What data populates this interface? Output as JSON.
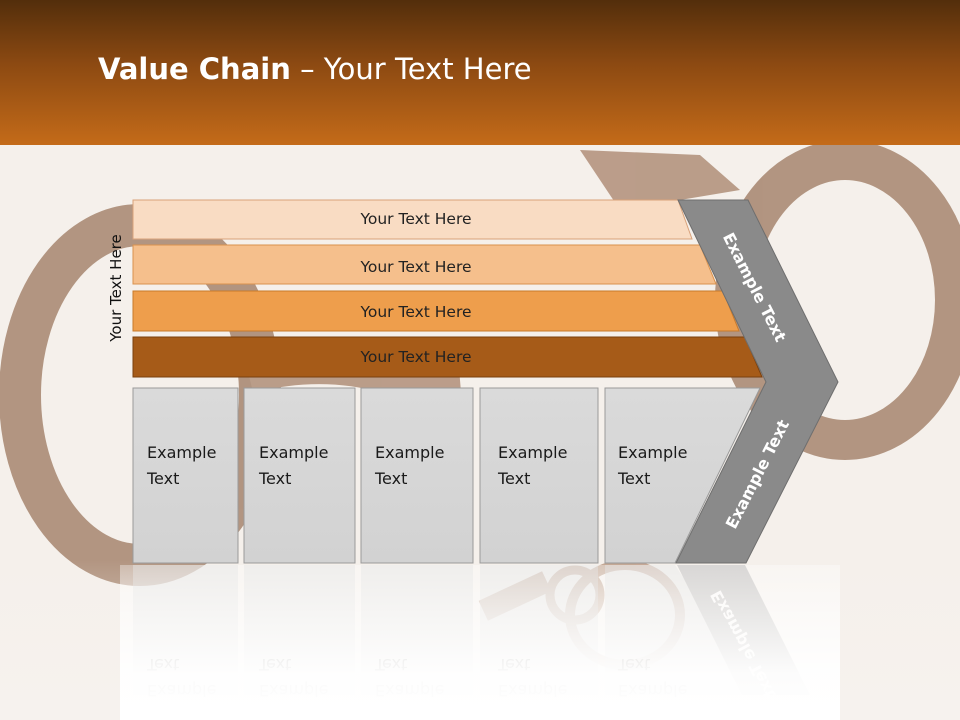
{
  "title": {
    "bold": "Value Chain",
    "rest": " – Your Text Here"
  },
  "side_label": "Your Text Here",
  "bars": [
    {
      "label": "Your Text Here",
      "color": "#f9dcc3"
    },
    {
      "label": "Your Text Here",
      "color": "#f5bf8c"
    },
    {
      "label": "Your Text Here",
      "color": "#ee9e4c"
    },
    {
      "label": "Your Text Here",
      "color": "#a65b18"
    }
  ],
  "boxes": [
    {
      "line1": "Example",
      "line2": "Text"
    },
    {
      "line1": "Example",
      "line2": "Text"
    },
    {
      "line1": "Example",
      "line2": "Text"
    },
    {
      "line1": "Example",
      "line2": "Text"
    },
    {
      "line1": "Example",
      "line2": "Text"
    }
  ],
  "chevron": {
    "upper_label": "Example Text",
    "lower_label": "Example Text",
    "color": "#8a8a8a"
  },
  "colors": {
    "header_top": "#532e0b",
    "header_bottom": "#c46b19",
    "box_fill": "#d8d8d8"
  }
}
